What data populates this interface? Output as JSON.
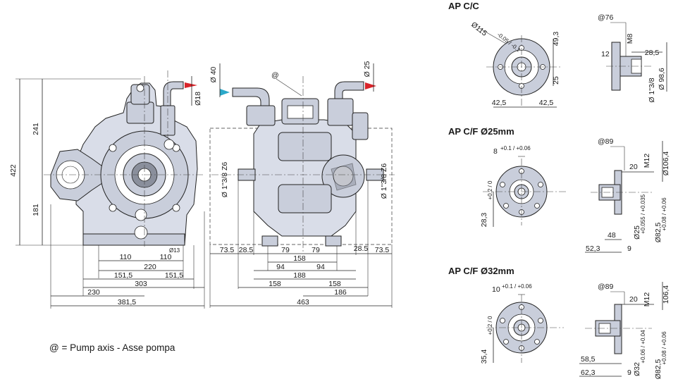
{
  "note": "@ = Pump axis - Asse pompa",
  "front_view": {
    "dims": {
      "d422": "422",
      "d241": "241",
      "d181": "181",
      "d18": "Ø18",
      "d13": "Ø13",
      "d110a": "110",
      "d110b": "110",
      "d220": "220",
      "d1515a": "151,5",
      "d1515b": "151,5",
      "d303": "303",
      "d230": "230",
      "d3815": "381,5"
    }
  },
  "side_view": {
    "dims": {
      "d40": "Ø 40",
      "d25": "Ø 25",
      "at": "@",
      "z6l": "Ø 1\"3/8 Z6",
      "z6r": "Ø 1\"3/8 Z6",
      "d735l": "73.5",
      "d285l": "28.5",
      "d79a": "79",
      "d79b": "79",
      "d285r": "28.5",
      "d735r": "73.5",
      "d158": "158",
      "d94a": "94",
      "d94b": "94",
      "d188": "188",
      "d158b": "158",
      "d158c": "158",
      "d186": "186",
      "d463": "463"
    }
  },
  "ap_cc": {
    "title": "AP C/C",
    "dims": {
      "d115": "Ø115",
      "tol115": "-0.05 / -0.1",
      "d493": "49,3",
      "d25": "25",
      "d425a": "42,5",
      "d425b": "42,5",
      "d76": "@76",
      "m8": "M8",
      "d12": "12",
      "d285": "28,5",
      "d986": "Ø 98,6",
      "d138": "Ø 1\"3/8"
    }
  },
  "ap_cf25": {
    "title": "AP C/F Ø25mm",
    "dims": {
      "d8": "8",
      "tol8": "+0.1 / +0.06",
      "d283": "28,3",
      "tol283": "+0.2 / 0",
      "d89": "@89",
      "m12": "M12",
      "d20": "20",
      "d1064": "Ø106,4",
      "d25": "Ø25",
      "tol25": "+0.055 / +0.035",
      "d825": "Ø82,5",
      "tol825": "+0.08 / +0.06",
      "d48": "48",
      "d523": "52,3",
      "d9": "9"
    }
  },
  "ap_cf32": {
    "title": "AP C/F Ø32mm",
    "dims": {
      "d10": "10",
      "tol10": "+0.1 / +0.06",
      "d354": "35,4",
      "tol354": "+0.2 / 0",
      "d89": "@89",
      "m12": "M12",
      "d20": "20",
      "d1064": "106,4",
      "d32": "Ø32",
      "tol32": "+0.06 / +0.04",
      "d825": "Ø82,5",
      "tol825": "+0.08 / +0.06",
      "d585": "58,5",
      "d623": "62,3",
      "d9": "9"
    }
  },
  "colors": {
    "body": "#d9dde8",
    "inlet_arrow": "#2aa8c9",
    "outlet_arrow": "#d8242a"
  }
}
